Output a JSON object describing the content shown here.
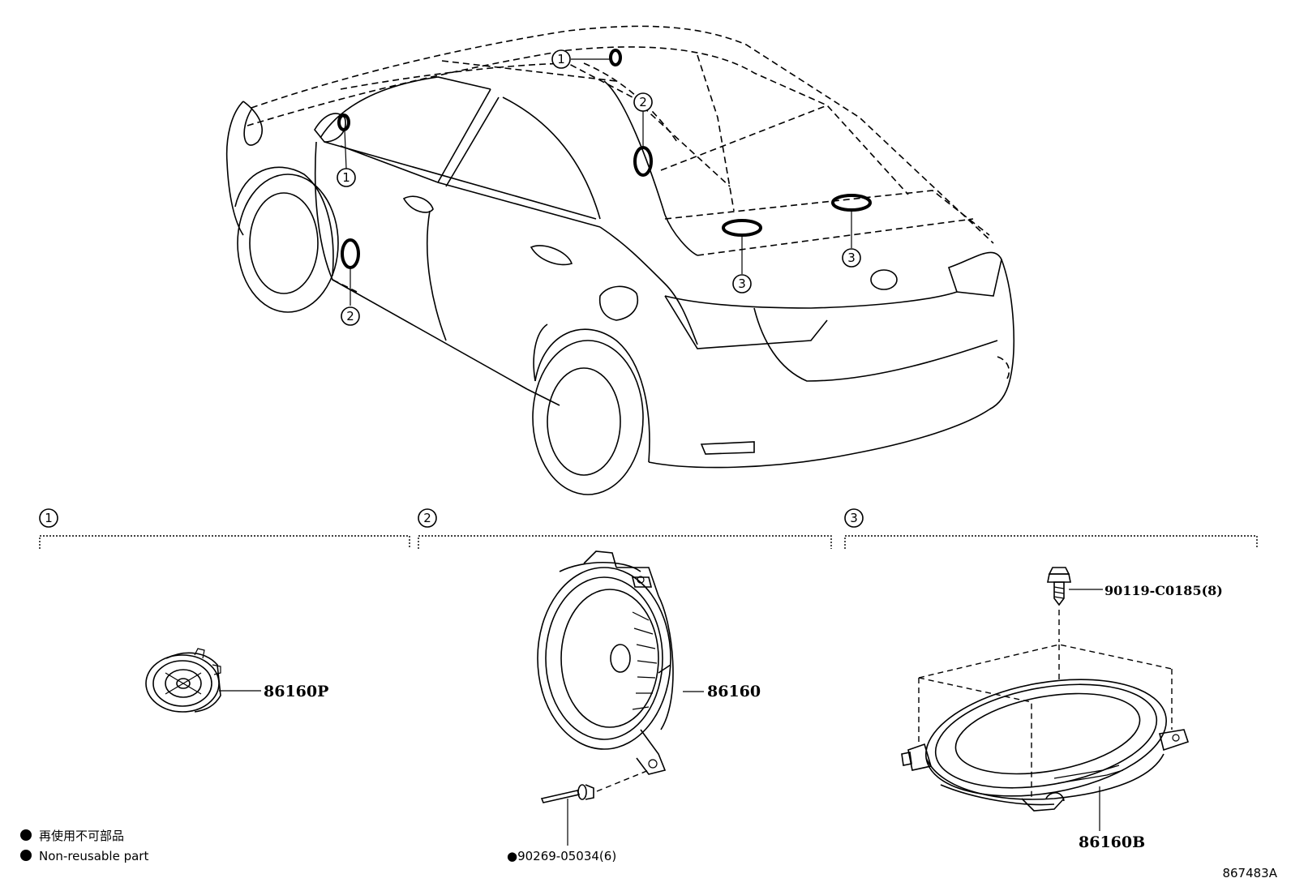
{
  "callouts": {
    "c1": "1",
    "c2": "2",
    "c3": "3"
  },
  "sections": [
    {
      "number": "1"
    },
    {
      "number": "2"
    },
    {
      "number": "3"
    }
  ],
  "parts": {
    "tweeter": "86160P",
    "front_speaker": "86160",
    "rear_speaker": "86160B",
    "rivet": "●90269-05034(6)",
    "screw": "90119-C0185(8)"
  },
  "legend": {
    "jp": "再使用不可部品",
    "en": "Non-reusable part"
  },
  "illustration_code": "867483A"
}
